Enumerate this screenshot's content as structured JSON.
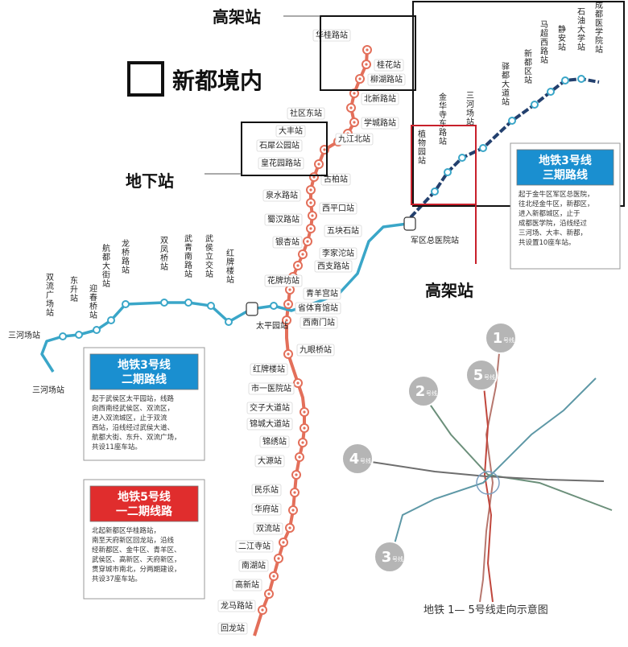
{
  "legend": {
    "title": "新都境内"
  },
  "callouts": {
    "elevated_top": "高架站",
    "underground": "地下站",
    "elevated_right": "高架站"
  },
  "colors": {
    "line3": "#3aa6c8",
    "line3_phase3": "#23406e",
    "line5": "#e36f5a",
    "box_red": "#c8202b",
    "box_black": "#111111",
    "panel_blue": "#1a8fd0",
    "panel_red": "#e02d2d"
  },
  "line5_stations": [
    "华桂路站",
    "桂花站",
    "柳湖路站",
    "北新路站",
    "学城路站",
    "九江北站",
    "社区东站",
    "大丰站",
    "石犀公园站",
    "皇花园路站",
    "古柏站",
    "泉水路站",
    "西平口站",
    "蜀汉路站",
    "五块石站",
    "银杏站",
    "李家沱站",
    "西支路站",
    "花牌坊站",
    "青羊宫站",
    "省体育馆站",
    "西南门站",
    "九眼桥站",
    "红牌楼站",
    "市一医院站",
    "交子大道站",
    "锦城大道站",
    "锦绣站",
    "大源站",
    "民乐站",
    "华府站",
    "双流站",
    "二江寺站",
    "南湖站",
    "高新站",
    "龙马路站",
    "回龙站"
  ],
  "line3_phase2_stations": [
    "三河场站",
    "双流广场站",
    "东升站",
    "迎春桥站",
    "航都大街站",
    "龙桥路站",
    "双凤桥站",
    "武青南路站",
    "武侯立交站",
    "红牌楼站",
    "太平园站"
  ],
  "line3_phase3_stations": [
    "军区总医院站",
    "植物园站",
    "金华寺东路站",
    "三河场站",
    "驿都大道站",
    "新都区站",
    "马超西路站",
    "静安站",
    "石油大学站",
    "成都医学院站"
  ],
  "panels": {
    "line3_phase3": {
      "title_1": "地铁3号线",
      "title_2": "三期路线",
      "lines": [
        "起于金牛区军区总医院，",
        "往北经金牛区，新都区，",
        "进入新都城区，止于",
        "成都医学院，沿线经过",
        "三河场、大丰、新都，",
        "共设置10座车站。"
      ]
    },
    "line3_phase2": {
      "title_1": "地铁3号线",
      "title_2": "二期路线",
      "lines": [
        "起于武侯区太平园站，线路",
        "向西南经武侯区、双流区，",
        "进入双流城区，止于双流",
        "西站，沿线经过武侯大道、",
        "航都大街、东升、双流广场，",
        "共设11座车站。"
      ]
    },
    "line5": {
      "title_1": "地铁5号线",
      "title_2": "一二期线路",
      "lines": [
        "北起新都区华桂路站，",
        "南至天府新区回龙站，沿线",
        "经新都区、金牛区、青羊区、",
        "武侯区、高新区、天府新区，",
        "贯穿城市南北，分两期建设，",
        "共设37座车站。"
      ]
    }
  },
  "inset": {
    "caption": "地铁 1— 5号线走向示意图",
    "badges": [
      {
        "num": "1",
        "sub": "号线"
      },
      {
        "num": "5",
        "sub": "号线"
      },
      {
        "num": "2",
        "sub": "号线"
      },
      {
        "num": "4",
        "sub": "号线"
      },
      {
        "num": "3",
        "sub": "号线"
      }
    ]
  }
}
